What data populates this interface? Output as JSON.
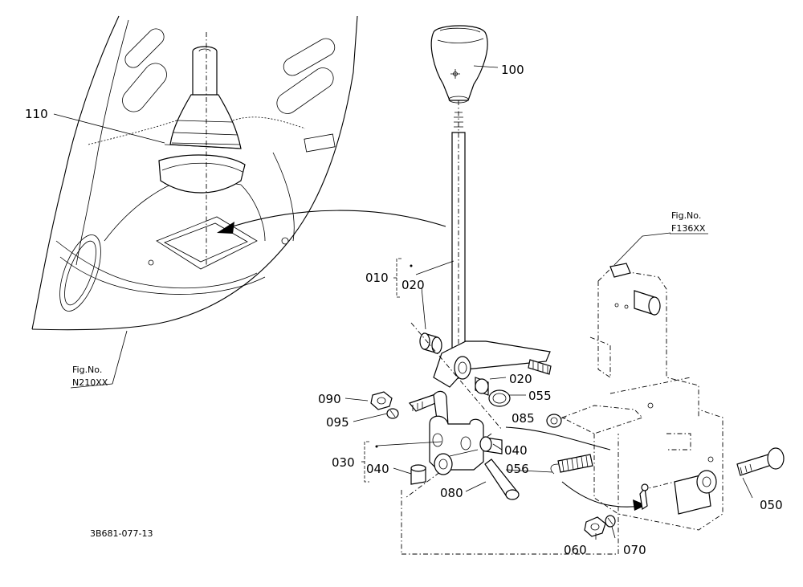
{
  "callouts": {
    "p100": "100",
    "p110": "110",
    "p010": "010",
    "p020a": "020",
    "p020b": "020",
    "p055": "055",
    "p085": "085",
    "p090": "090",
    "p095": "095",
    "p030": "030",
    "p040a": "040",
    "p040b": "040",
    "p056": "056",
    "p080": "080",
    "p050": "050",
    "p060": "060",
    "p070": "070"
  },
  "fig_refs": {
    "right_label": "Fig.No.",
    "right_number": "F136XX",
    "left_label": "Fig.No.",
    "left_number": "N210XX"
  },
  "drawing_id": "3B681-077-13"
}
